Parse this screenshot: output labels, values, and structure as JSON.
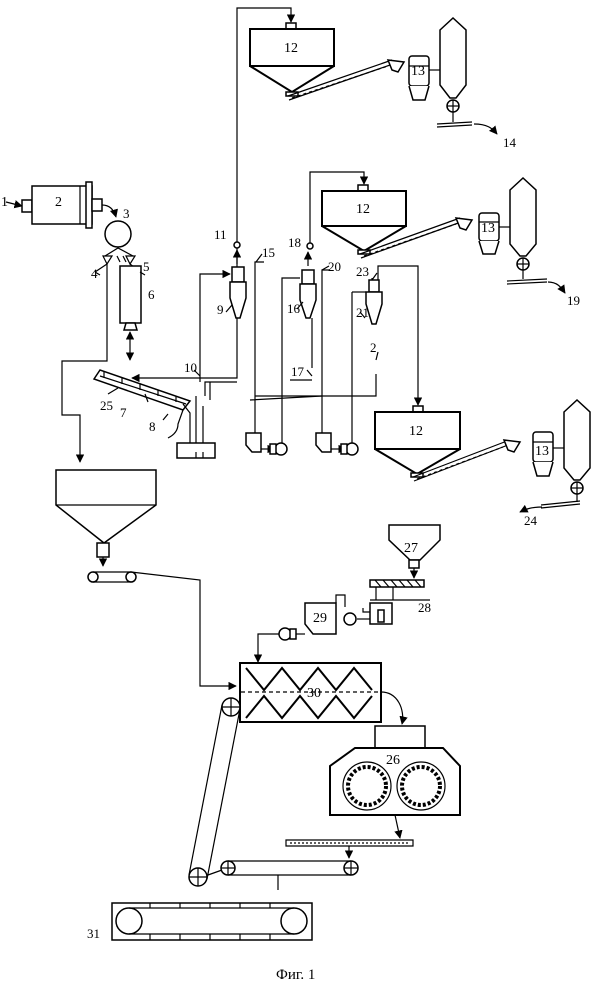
{
  "caption": "Фиг. 1",
  "labels": {
    "l1": "1",
    "l2": "2",
    "l3": "3",
    "l4": "4",
    "l5": "5",
    "l6": "6",
    "l7": "7",
    "l8": "8",
    "l9": "9",
    "l10": "10",
    "l11": "11",
    "l12a": "12",
    "l12b": "12",
    "l12c": "12",
    "l13a": "13",
    "l13b": "13",
    "l13c": "13",
    "l14": "14",
    "l15": "15",
    "l16": "16",
    "l17": "17",
    "l18": "18",
    "l19": "19",
    "l20": "20",
    "l21": "21",
    "l2b": "2",
    "l23": "23",
    "l24": "24",
    "l25": "25",
    "l26": "26",
    "l27": "27",
    "l28": "28",
    "l29": "29",
    "l30": "30",
    "l31": "31"
  }
}
